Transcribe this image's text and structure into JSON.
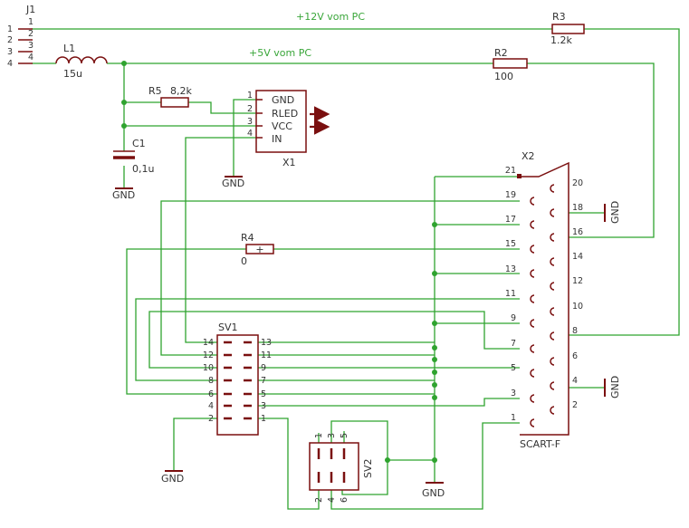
{
  "colors": {
    "wire": "#2fa32f",
    "part": "#7a0f0f",
    "text": "#333333",
    "label": "#3aa63a",
    "background": "#ffffff"
  },
  "nets": {
    "v12": "+12V vom PC",
    "v5": "+5V vom PC"
  },
  "j1": {
    "name": "J1",
    "pins": [
      "1",
      "2",
      "3",
      "4"
    ]
  },
  "l1": {
    "name": "L1",
    "value": "15u"
  },
  "r5": {
    "name": "R5",
    "value": "8,2k"
  },
  "r3": {
    "name": "R3",
    "value": "1.2k"
  },
  "r2": {
    "name": "R2",
    "value": "100"
  },
  "r4": {
    "name": "R4",
    "value": "0"
  },
  "c1": {
    "name": "C1",
    "value": "0,1u"
  },
  "gnd": "GND",
  "x1": {
    "name": "X1",
    "pin_labels": [
      "GND",
      "RLED",
      "VCC",
      "IN"
    ],
    "pins": [
      "1",
      "2",
      "3",
      "4"
    ]
  },
  "x2": {
    "name": "X2",
    "part": "SCART-F",
    "left_pins": [
      "21",
      "19",
      "17",
      "15",
      "13",
      "11",
      "9",
      "7",
      "5",
      "3",
      "1"
    ],
    "right_pins": [
      "20",
      "18",
      "16",
      "14",
      "12",
      "10",
      "8",
      "6",
      "4",
      "2"
    ]
  },
  "sv1": {
    "name": "SV1",
    "left_pins": [
      "14",
      "12",
      "10",
      "8",
      "6",
      "4",
      "2"
    ],
    "right_pins": [
      "13",
      "11",
      "9",
      "7",
      "5",
      "3",
      "1"
    ]
  },
  "sv2": {
    "name": "SV2",
    "top_pins": [
      "1",
      "3",
      "5"
    ],
    "bottom_pins": [
      "2",
      "4",
      "6"
    ]
  }
}
